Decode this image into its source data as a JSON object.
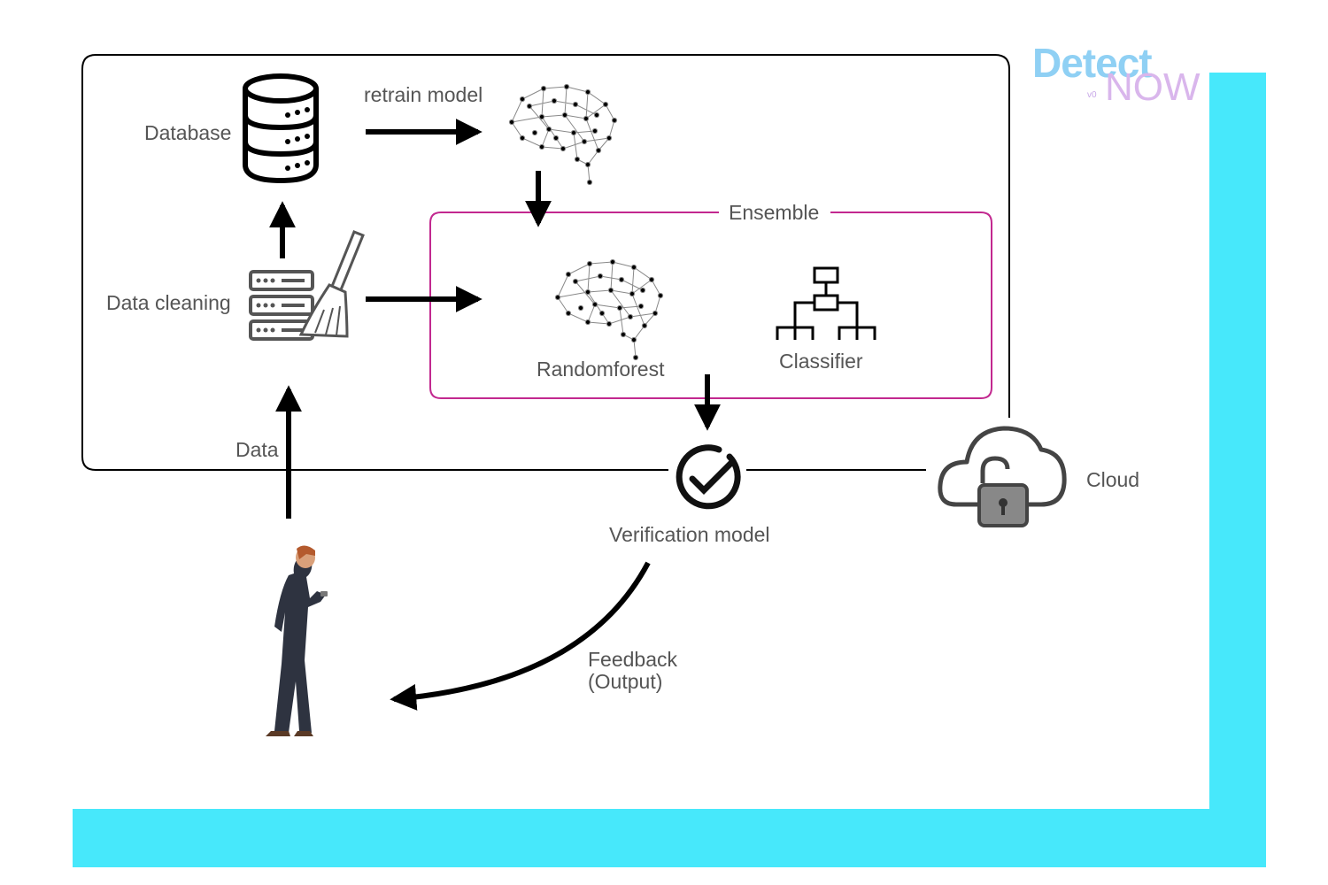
{
  "logo": {
    "brand_part1": "Detect",
    "brand_part2": "NOW",
    "version": "v0"
  },
  "labels": {
    "database": "Database",
    "retrain_model": "retrain model",
    "data_cleaning": "Data cleaning",
    "ensemble": "Ensemble",
    "randomforest": "Randomforest",
    "classifier": "Classifier",
    "data": "Data",
    "verification_model": "Verification model",
    "cloud": "Cloud",
    "feedback_line1": "Feedback",
    "feedback_line2": "(Output)"
  },
  "colors": {
    "accent_cyan": "#47e8fb",
    "ensemble_border": "#c2288f",
    "text": "#555555",
    "logo_blue": "#8fd0f4",
    "logo_purple": "#d9b6ec"
  }
}
